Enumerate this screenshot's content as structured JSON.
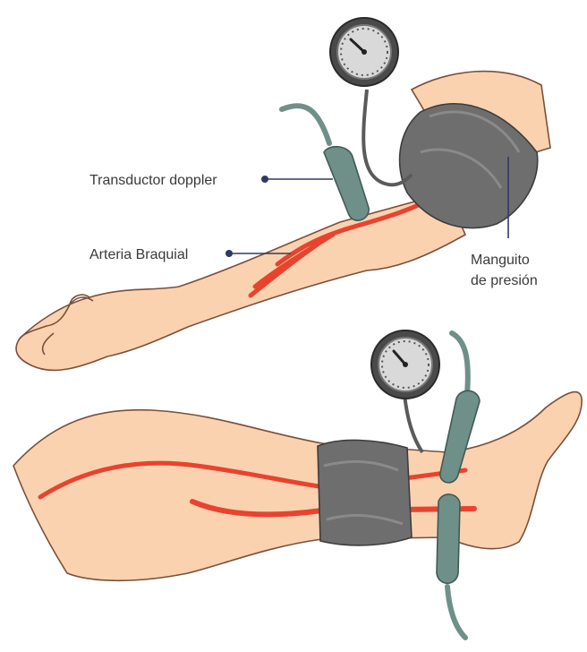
{
  "labels": {
    "transducer": "Transductor doppler",
    "artery": "Arteria Braquial",
    "cuff_line1": "Manguito",
    "cuff_line2": "de presión"
  },
  "colors": {
    "skin": "#fbd2b0",
    "skin_outline": "#7a4f3a",
    "artery": "#e8432e",
    "artery_light": "#f28a6e",
    "cuff": "#6e6e6e",
    "cuff_dark": "#4f4f4f",
    "probe": "#6f9088",
    "probe_dark": "#3f5a55",
    "gauge_face": "#555555",
    "leader": "#2f3a63"
  }
}
